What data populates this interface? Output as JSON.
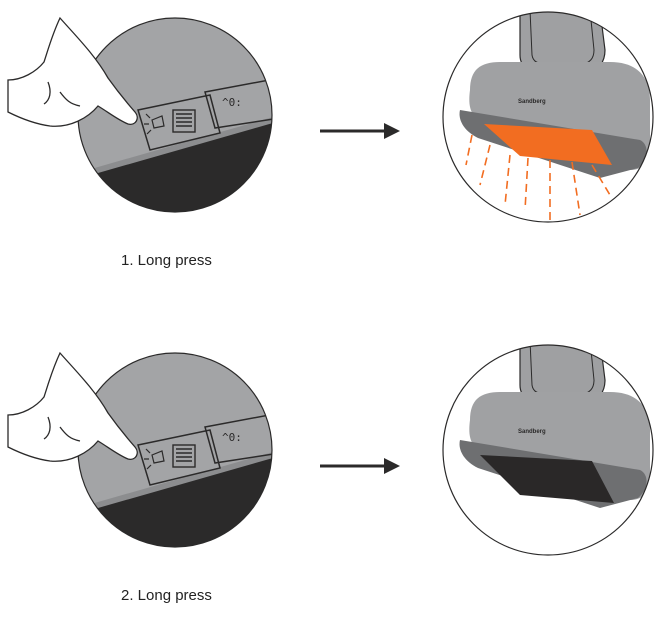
{
  "steps": [
    {
      "caption": "1. Long press",
      "brand": "Sandberg",
      "light_on": true
    },
    {
      "caption": "2. Long press",
      "brand": "Sandberg",
      "light_on": false
    }
  ],
  "colors": {
    "device_gray": "#999a9c",
    "device_dark": "#6b6c6e",
    "panel_black": "#2b2a2a",
    "lamp_on": "#f26d21",
    "lamp_off": "#2a2828",
    "ray": "#f26d21"
  }
}
